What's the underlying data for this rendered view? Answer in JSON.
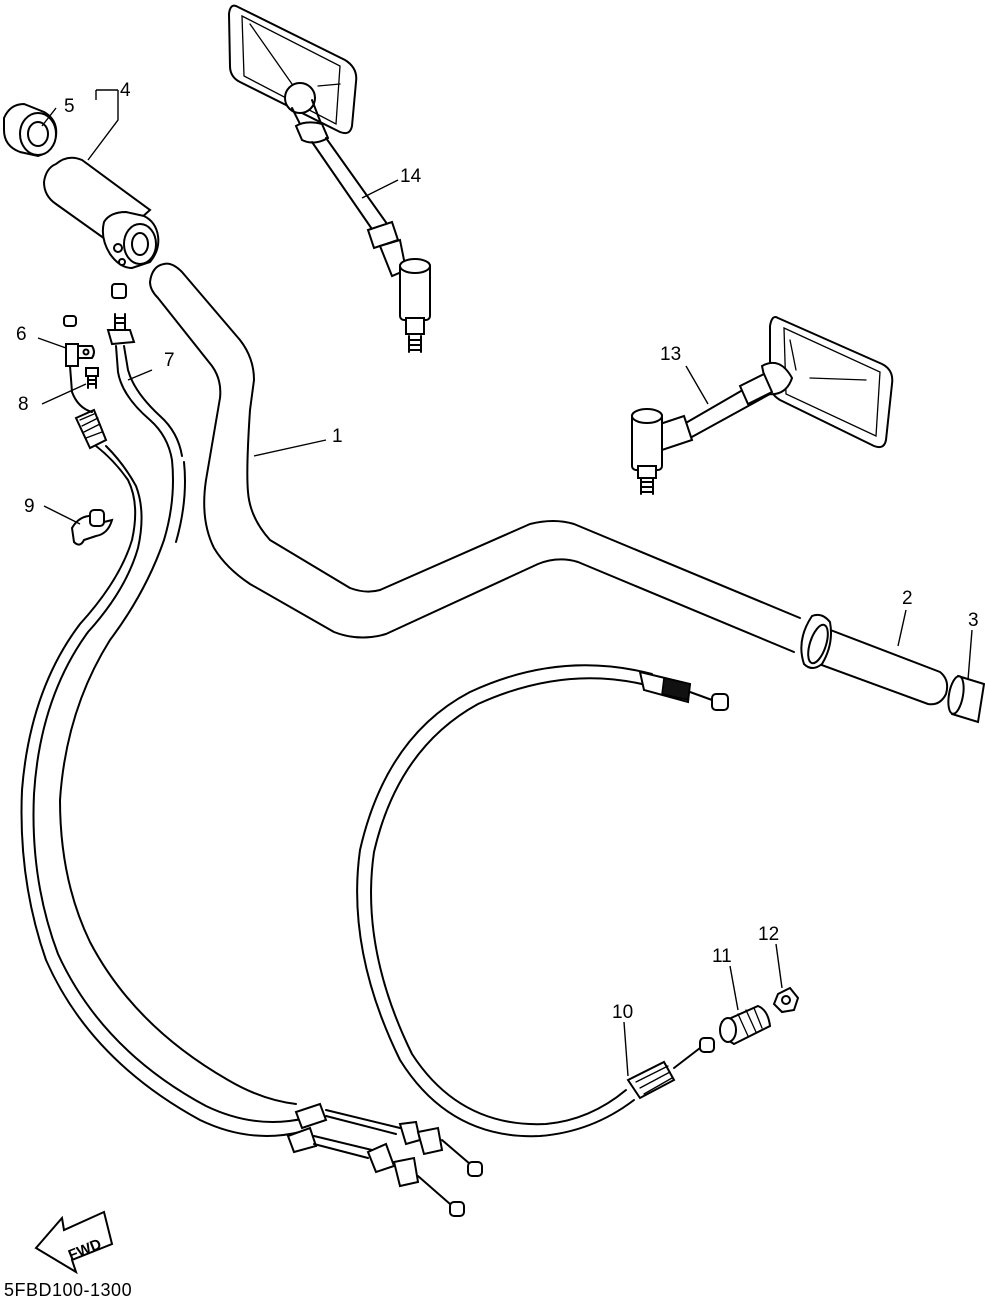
{
  "diagram": {
    "code": "5FBD100-1300",
    "direction_label": "FWD",
    "callouts": [
      {
        "id": "1",
        "part": "handlebar"
      },
      {
        "id": "2",
        "part": "grip"
      },
      {
        "id": "3",
        "part": "grip end"
      },
      {
        "id": "4",
        "part": "throttle grip"
      },
      {
        "id": "5",
        "part": "grip end"
      },
      {
        "id": "6",
        "part": "choke lever"
      },
      {
        "id": "7",
        "part": "choke cable"
      },
      {
        "id": "8",
        "part": "screw"
      },
      {
        "id": "9",
        "part": "clamp"
      },
      {
        "id": "10",
        "part": "clutch cable"
      },
      {
        "id": "11",
        "part": "adjuster"
      },
      {
        "id": "12",
        "part": "nut"
      },
      {
        "id": "13",
        "part": "mirror"
      },
      {
        "id": "14",
        "part": "mirror"
      }
    ]
  }
}
